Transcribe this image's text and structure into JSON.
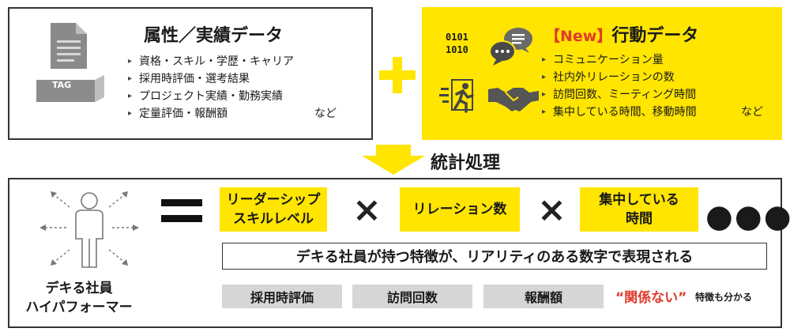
{
  "attributes": {
    "title": "属性／実績データ",
    "tag_label": "TAG",
    "items": [
      "資格・スキル・学歴・キャリア",
      "採用時評価・選考結果",
      "プロジェクト実績・勤務実績",
      "定量評価・報酬額"
    ],
    "etc": "など"
  },
  "behavior": {
    "new_tag": "【New】",
    "title": "行動データ",
    "binary_line1": "0101",
    "binary_line2": "1010",
    "items": [
      "コミュニケーション量",
      "社内外リレーションの数",
      "訪問回数、ミーティング時間",
      "集中している時間、移動時間"
    ],
    "etc": "など"
  },
  "process": {
    "label": "統計処理"
  },
  "result": {
    "person_label_line1": "デキる社員",
    "person_label_line2": "ハイパフォーマー",
    "factors": [
      {
        "line1": "リーダーシップ",
        "line2": "スキルレベル"
      },
      {
        "line1": "リレーション数",
        "line2": ""
      },
      {
        "line1": "集中している",
        "line2": "時間"
      }
    ],
    "times_symbol": "×",
    "ellipsis": "●●●",
    "statement": "デキる社員が持つ特徴が、リアリティのある数字で表現される",
    "examples": [
      "採用時評価",
      "訪問回数",
      "報酬額"
    ],
    "unrelated": "“関係ない”",
    "unrelated_note": "特徴も分かる"
  },
  "colors": {
    "accent_yellow": "#ffe500",
    "alert_red": "#e03a2a",
    "chip_gray": "#d6d6d6"
  }
}
